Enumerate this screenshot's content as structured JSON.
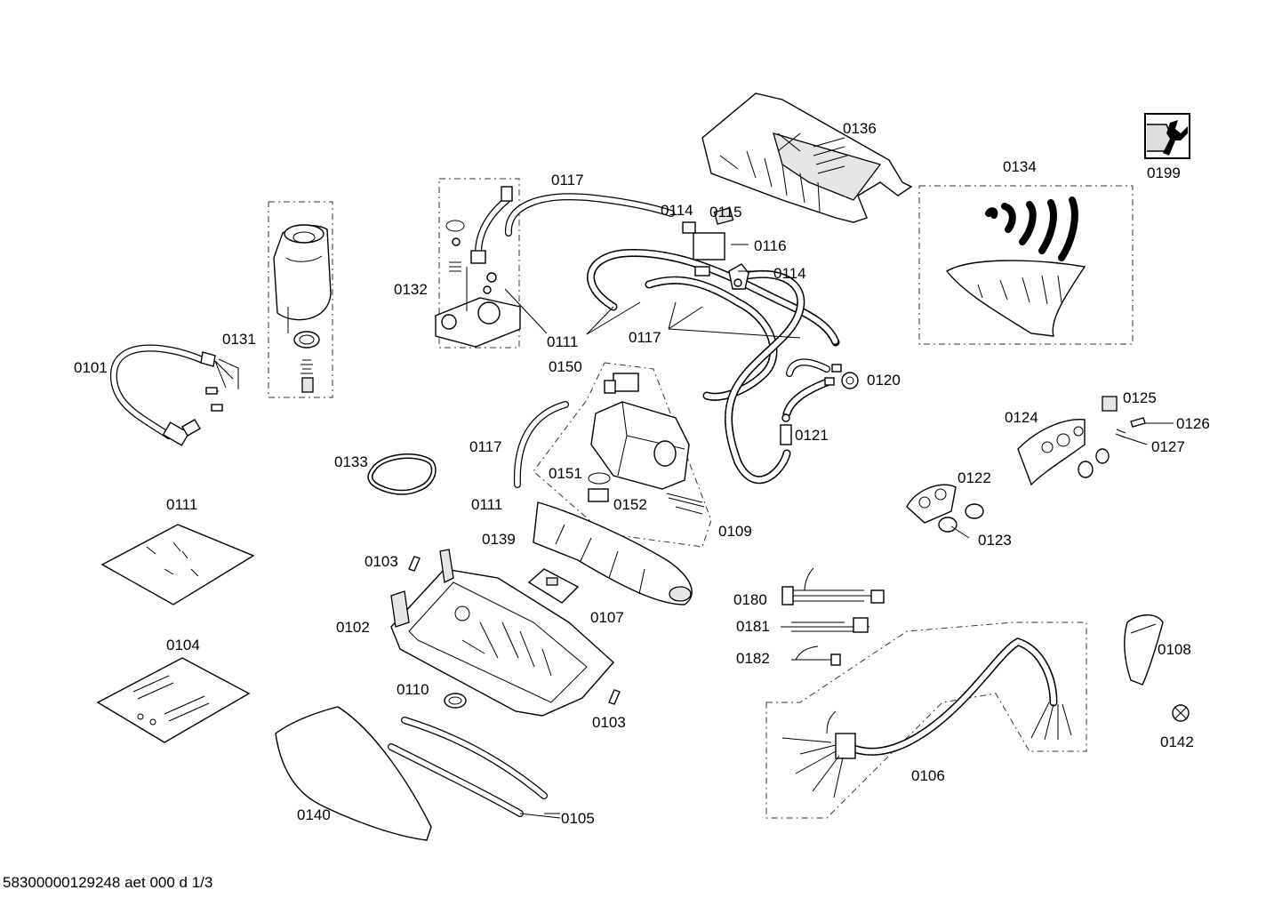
{
  "labels": {
    "l0101": "0101",
    "l0131": "0131",
    "l0132": "0132",
    "l0117a": "0117",
    "l0114a": "0114",
    "l0115": "0115",
    "l0116": "0116",
    "l0114b": "0114",
    "l0136": "0136",
    "l0134": "0134",
    "l0199": "0199",
    "l0111a": "0111",
    "l0117b": "0117",
    "l0150": "0150",
    "l0120": "0120",
    "l0121": "0121",
    "l0117c": "0117",
    "l0133": "0133",
    "l0151": "0151",
    "l0152": "0152",
    "l0111b": "0111",
    "l0109": "0109",
    "l0139": "0139",
    "l0124": "0124",
    "l0125": "0125",
    "l0126": "0126",
    "l0127": "0127",
    "l0122": "0122",
    "l0123": "0123",
    "l0111c": "0111",
    "l0103a": "0103",
    "l0107": "0107",
    "l0102": "0102",
    "l0180": "0180",
    "l0181": "0181",
    "l0182": "0182",
    "l0104": "0104",
    "l0110": "0110",
    "l0103b": "0103",
    "l0108": "0108",
    "l0142": "0142",
    "l0106": "0106",
    "l0140": "0140",
    "l0105": "0105"
  },
  "footer": "58300000129248 aet 000 d 1/3",
  "icons": {
    "service": "wrench-nut-icon"
  }
}
